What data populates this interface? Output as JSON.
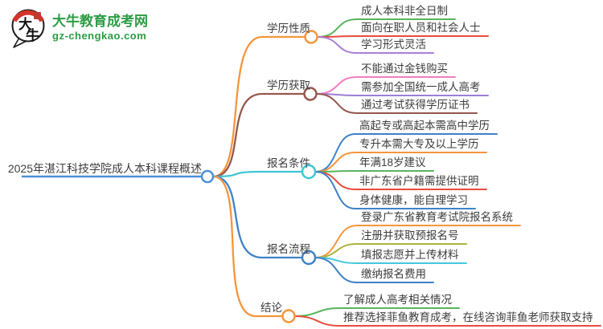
{
  "logo": {
    "badge_char_1": "大",
    "badge_char_2": "牛",
    "site_name": "大牛教育成考网",
    "site_url": "gz-chengkao.com",
    "brand_green": "#2d9c45",
    "badge_red": "#d2342a"
  },
  "mindmap": {
    "root": {
      "label": "2025年湛江科技学院成人本科课程概述",
      "color": "#4a90d9"
    },
    "branches": [
      {
        "label": "学历性质",
        "color": "#f5953b",
        "children": [
          {
            "label": "成人本科非全日制",
            "color": "#57b55c"
          },
          {
            "label": "面向在职人员和社会人士",
            "color": "#e74c3c"
          },
          {
            "label": "学习形式灵活",
            "color": "#a97fd6"
          }
        ]
      },
      {
        "label": "学历获取",
        "color": "#95574d",
        "children": [
          {
            "label": "不能通过金钱购买",
            "color": "#f07ec4"
          },
          {
            "label": "需参加全国统一成人高考",
            "color": "#9b7fd4"
          },
          {
            "label": "通过考试获得学历证书",
            "color": "#95574d"
          }
        ]
      },
      {
        "label": "报名条件",
        "color": "#3ec6d8",
        "children": [
          {
            "label": "高起专或高起本需高中学历",
            "color": "#3e82c8"
          },
          {
            "label": "专升本需大专及以上学历",
            "color": "#f5953b"
          },
          {
            "label": "年满18岁建议",
            "color": "#57b55c"
          },
          {
            "label": "非广东省户籍需提供证明",
            "color": "#e74c3c"
          },
          {
            "label": "身体健康，能自理学习",
            "color": "#3e82c8"
          }
        ]
      },
      {
        "label": "报名流程",
        "color": "#3e82c8",
        "children": [
          {
            "label": "登录广东省教育考试院报名系统",
            "color": "#f5953b"
          },
          {
            "label": "注册并获取预报名号",
            "color": "#adb33f"
          },
          {
            "label": "填报志愿并上传材料",
            "color": "#45c8dc"
          },
          {
            "label": "缴纳报名费用",
            "color": "#3e82c8"
          }
        ]
      },
      {
        "label": "结论",
        "color": "#f5953b",
        "children": [
          {
            "label": "了解成人高考相关情况",
            "color": "#57b55c"
          },
          {
            "label": "推荐选择菲鱼教育成考，在线咨询菲鱼老师获取支持",
            "color": "#e74c3c"
          }
        ]
      }
    ]
  }
}
